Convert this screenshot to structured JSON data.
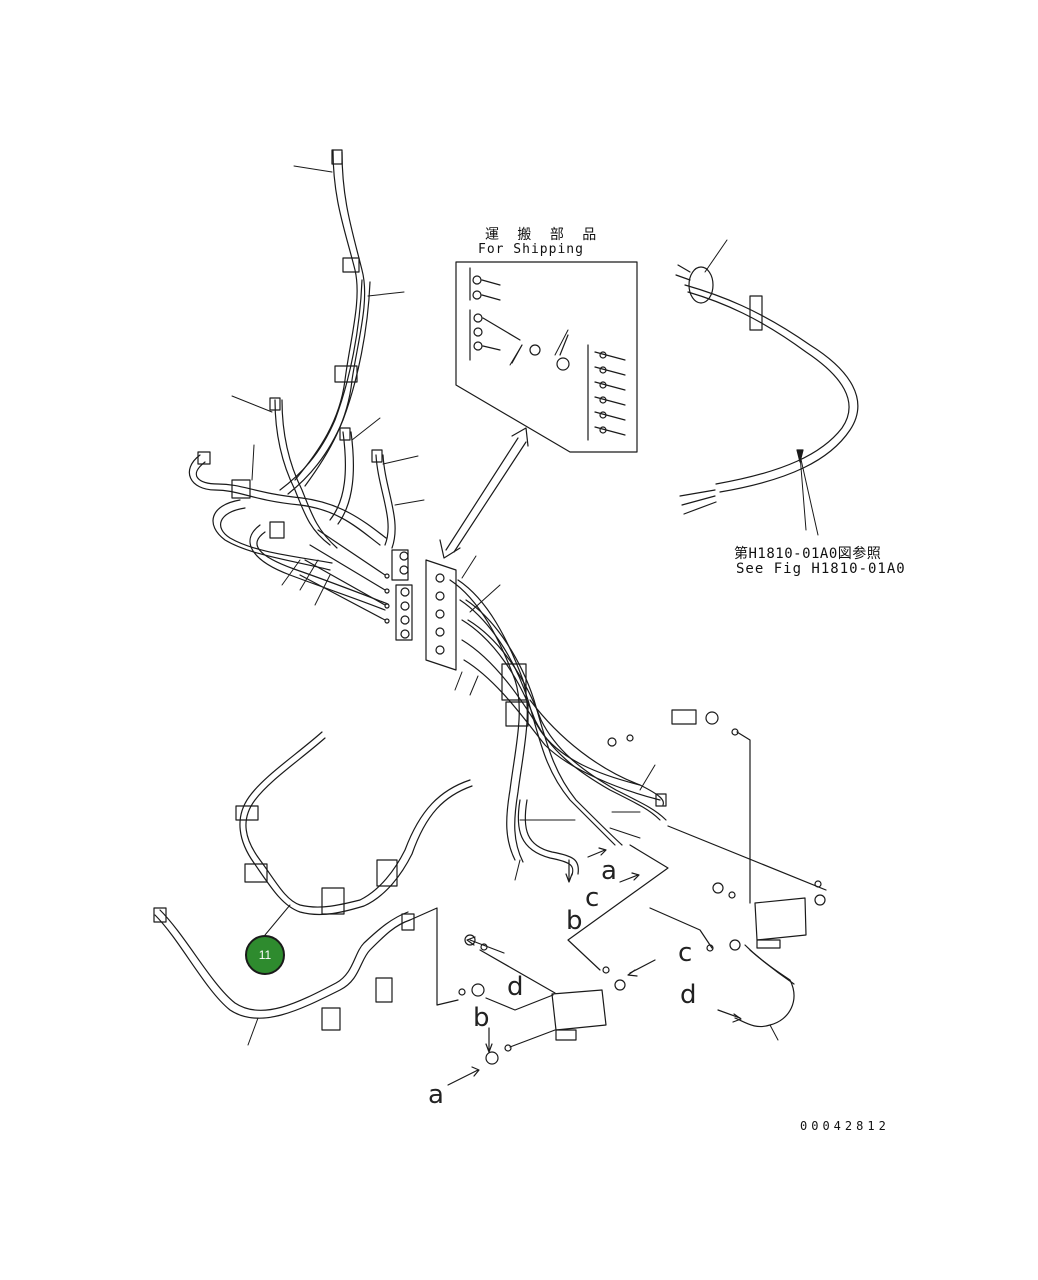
{
  "shipping": {
    "title_jp": "運 搬 部 品",
    "title_en": "For Shipping"
  },
  "reference": {
    "jp": "第H1810-01A0図参照",
    "en": "See Fig H1810-01A0"
  },
  "connection_marks": [
    "a",
    "b",
    "c",
    "d"
  ],
  "callout": {
    "number": "11",
    "color": "#2e8b2e"
  },
  "drawing_number": "00042812"
}
